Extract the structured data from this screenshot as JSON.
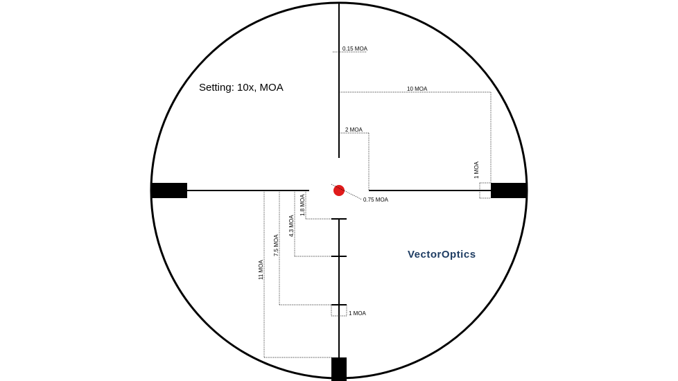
{
  "setting": {
    "label": "Setting: 10x, MOA"
  },
  "brand": {
    "prefix": "Vector",
    "suffix": "Optics",
    "color": "#1f3d63"
  },
  "colors": {
    "dot": "#e01b1b",
    "ink": "#000000",
    "background": "#ffffff"
  },
  "dimensions": {
    "line_width": "0.15 MOA",
    "post_distance": "10 MOA",
    "center_gap": "2 MOA",
    "post_thickness": "1 MOA",
    "dot_size": "0.75 MOA",
    "hash_1": "1.8 MOA",
    "hash_2": "4.3 MOA",
    "hash_3": "7.5 MOA",
    "hash_4": "11 MOA",
    "hash_width": "1 MOA"
  }
}
